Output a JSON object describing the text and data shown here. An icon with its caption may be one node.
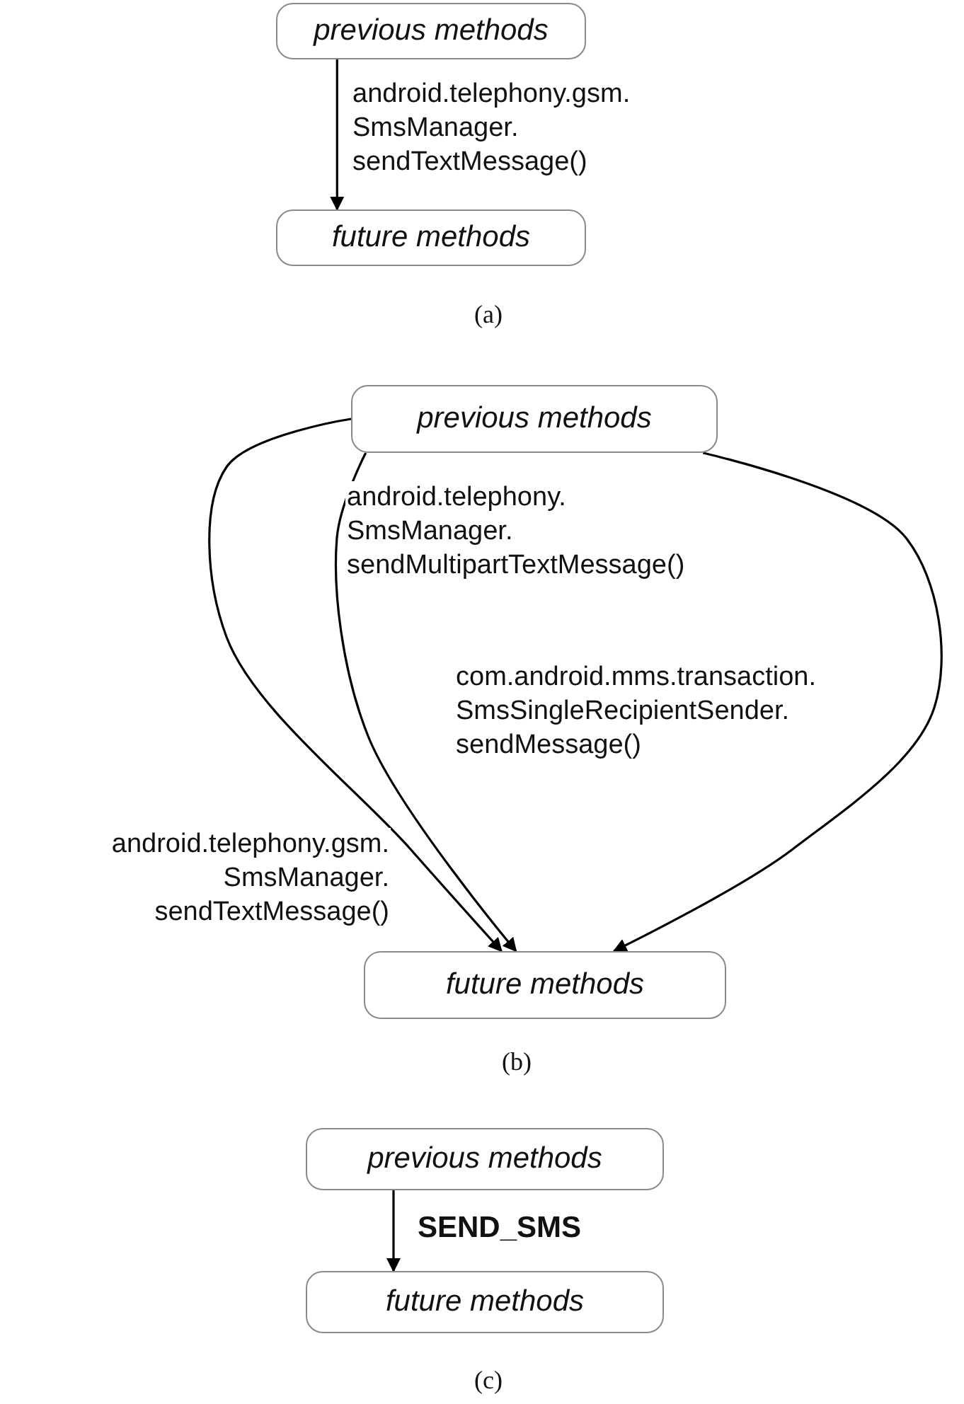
{
  "diagram": {
    "nodes": [
      {
        "text": [
          "previous methods"
        ]
      },
      {
        "text": [
          "future methods"
        ]
      },
      {
        "text": [
          "previous methods"
        ]
      },
      {
        "text": [
          "future methods"
        ]
      },
      {
        "text": [
          "previous methods"
        ]
      },
      {
        "text": [
          "future methods"
        ]
      }
    ],
    "edges": [
      {
        "from": 0,
        "to": 1,
        "arrow": "to",
        "label": "android.telephony.gsm. SmsManager. sendTextMessage()"
      },
      {
        "from": 2,
        "to": 3,
        "arrow": "to",
        "label": "android.telephony.gsm. SmsManager. sendTextMessage()"
      },
      {
        "from": 2,
        "to": 3,
        "arrow": "to",
        "label": "android.telephony. SmsManager. sendMultipartTextMessage()"
      },
      {
        "from": 2,
        "to": 3,
        "arrow": "to",
        "label": "com.android.mms.transaction. SmsSingleRecipientSender. sendMessage()"
      },
      {
        "from": 4,
        "to": 5,
        "arrow": "to",
        "label": "SEND_SMS"
      }
    ],
    "labels": [
      "(a)",
      "(b)",
      "(c)"
    ]
  }
}
